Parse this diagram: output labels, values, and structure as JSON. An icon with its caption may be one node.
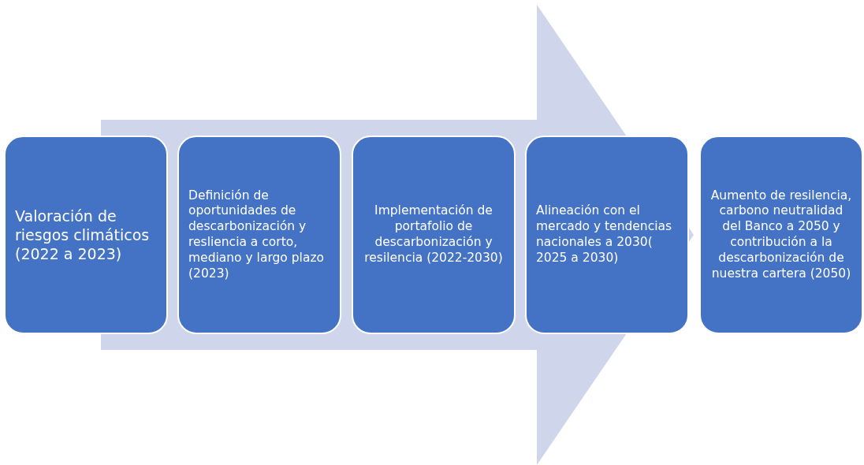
{
  "diagram": {
    "nodes": [
      {
        "text": [
          "Valoración de riesgos climáticos (2022 a 2023)"
        ]
      },
      {
        "text": [
          "Definición de oportunidades de descarbonización y resliencia a corto, mediano y largo plazo (2023)"
        ]
      },
      {
        "text": [
          "Implementación de portafolio de descarbonización y resilencia (2022-2030)"
        ]
      },
      {
        "text": [
          "Alineación con el mercado y tendencias nacionales a 2030( 2025 a 2030)"
        ]
      },
      {
        "text": [
          "Aumento de resilencia, carbono neutralidad del Banco a 2050 y contribución a la descarbonización de nuestra cartera (2050)"
        ]
      }
    ],
    "edges": [
      {
        "from": 0,
        "to": 4,
        "arrow": "to"
      }
    ]
  }
}
